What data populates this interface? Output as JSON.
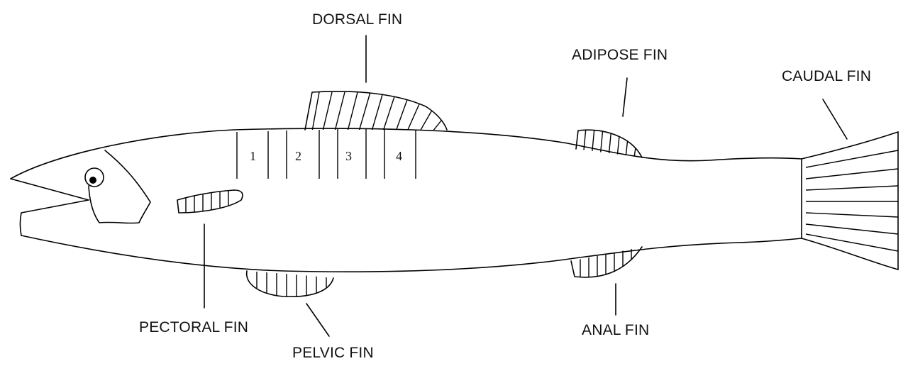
{
  "labels": {
    "dorsal": "DORSAL FIN",
    "adipose": "ADIPOSE FIN",
    "caudal": "CAUDAL FIN",
    "pectoral": "PECTORAL FIN",
    "pelvic": "PELVIC FIN",
    "anal": "ANAL FIN"
  },
  "segments": [
    "1",
    "2",
    "3",
    "4"
  ]
}
